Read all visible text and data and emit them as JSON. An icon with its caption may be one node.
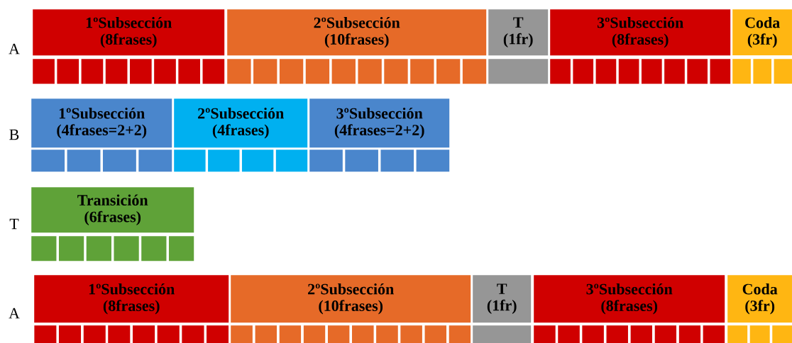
{
  "diagram": {
    "nodes": [
      {
        "text": [
          "1ºSubsección",
          "(8frases)"
        ]
      },
      {
        "text": [
          "2ºSubsección",
          "(10frases)"
        ]
      },
      {
        "text": [
          "T",
          "(1fr)"
        ]
      },
      {
        "text": [
          "3ºSubsección",
          "(8frases)"
        ]
      },
      {
        "text": [
          "Coda",
          "(3fr)"
        ]
      },
      {
        "text": [],
        "shape": "box"
      },
      {
        "text": [],
        "shape": "box"
      },
      {
        "text": [],
        "shape": "box"
      },
      {
        "text": [],
        "shape": "box"
      },
      {
        "text": [],
        "shape": "box"
      },
      {
        "text": [],
        "shape": "box"
      },
      {
        "text": [],
        "shape": "box"
      },
      {
        "text": [],
        "shape": "box"
      },
      {
        "text": [],
        "shape": "box"
      },
      {
        "text": [],
        "shape": "box"
      },
      {
        "text": [],
        "shape": "box"
      },
      {
        "text": [],
        "shape": "box"
      },
      {
        "text": [],
        "shape": "box"
      },
      {
        "text": [],
        "shape": "box"
      },
      {
        "text": [],
        "shape": "box"
      },
      {
        "text": [],
        "shape": "box"
      },
      {
        "text": [],
        "shape": "box"
      },
      {
        "text": [],
        "shape": "box"
      },
      {
        "text": [],
        "shape": "box"
      },
      {
        "text": [],
        "shape": "box"
      },
      {
        "text": [],
        "shape": "box"
      },
      {
        "text": [],
        "shape": "box"
      },
      {
        "text": [],
        "shape": "box"
      },
      {
        "text": [],
        "shape": "box"
      },
      {
        "text": [],
        "shape": "box"
      },
      {
        "text": [],
        "shape": "box"
      },
      {
        "text": [],
        "shape": "box"
      },
      {
        "text": [],
        "shape": "box"
      },
      {
        "text": [],
        "shape": "box"
      },
      {
        "text": [],
        "shape": "box"
      },
      {
        "text": [
          "1ºSubsección",
          "(4frases=2+2)"
        ]
      },
      {
        "text": [
          "2ºSubsección",
          "(4frases)"
        ]
      },
      {
        "text": [
          "3ºSubsección",
          "(4frases=2+2)"
        ]
      },
      {
        "text": [],
        "shape": "box"
      },
      {
        "text": [],
        "shape": "box"
      },
      {
        "text": [],
        "shape": "box"
      },
      {
        "text": [],
        "shape": "box"
      },
      {
        "text": [],
        "shape": "box"
      },
      {
        "text": [],
        "shape": "box"
      },
      {
        "text": [],
        "shape": "box"
      },
      {
        "text": [],
        "shape": "box"
      },
      {
        "text": [],
        "shape": "box"
      },
      {
        "text": [],
        "shape": "box"
      },
      {
        "text": [],
        "shape": "box"
      },
      {
        "text": [],
        "shape": "box"
      },
      {
        "text": [
          "Transición",
          "(6frases)"
        ]
      },
      {
        "text": [],
        "shape": "box"
      },
      {
        "text": [],
        "shape": "box"
      },
      {
        "text": [],
        "shape": "box"
      },
      {
        "text": [],
        "shape": "box"
      },
      {
        "text": [],
        "shape": "box"
      },
      {
        "text": [],
        "shape": "box"
      },
      {
        "text": [
          "1ºSubsección",
          "(8frases)"
        ]
      },
      {
        "text": [
          "2ºSubsección",
          "(10frases)"
        ]
      },
      {
        "text": [
          "T",
          "(1fr)"
        ]
      },
      {
        "text": [
          "3ºSubsección",
          "(8frases)"
        ]
      },
      {
        "text": [
          "Coda",
          "(3fr)"
        ]
      },
      {
        "text": [],
        "shape": "box"
      },
      {
        "text": [],
        "shape": "box"
      },
      {
        "text": [],
        "shape": "box"
      },
      {
        "text": [],
        "shape": "box"
      },
      {
        "text": [],
        "shape": "box"
      },
      {
        "text": [],
        "shape": "box"
      },
      {
        "text": [],
        "shape": "box"
      },
      {
        "text": [],
        "shape": "box"
      },
      {
        "text": [],
        "shape": "box"
      },
      {
        "text": [],
        "shape": "box"
      },
      {
        "text": [],
        "shape": "box"
      },
      {
        "text": [],
        "shape": "box"
      },
      {
        "text": [],
        "shape": "box"
      },
      {
        "text": [],
        "shape": "box"
      },
      {
        "text": [],
        "shape": "box"
      },
      {
        "text": [],
        "shape": "box"
      },
      {
        "text": [],
        "shape": "box"
      },
      {
        "text": [],
        "shape": "box"
      },
      {
        "text": [],
        "shape": "box"
      },
      {
        "text": [],
        "shape": "box"
      },
      {
        "text": [],
        "shape": "box"
      },
      {
        "text": [],
        "shape": "box"
      },
      {
        "text": [],
        "shape": "box"
      },
      {
        "text": [],
        "shape": "box"
      },
      {
        "text": [],
        "shape": "box"
      },
      {
        "text": [],
        "shape": "box"
      },
      {
        "text": [],
        "shape": "box"
      },
      {
        "text": [],
        "shape": "box"
      },
      {
        "text": [],
        "shape": "box"
      },
      {
        "text": [],
        "shape": "box"
      }
    ],
    "labels": [
      "A",
      "B",
      "T",
      "A"
    ]
  }
}
